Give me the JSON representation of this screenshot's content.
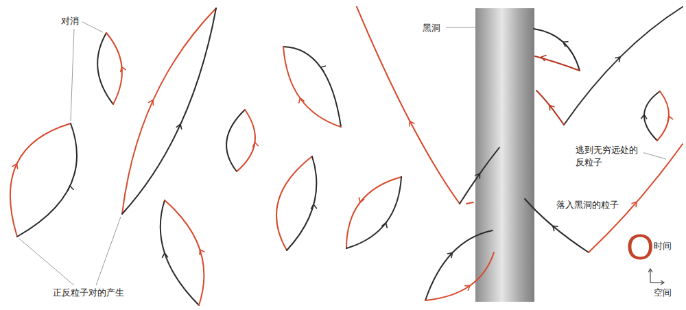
{
  "diagram": {
    "labels": [
      "对消",
      "黑洞",
      "逃到无穷远处的 反粒子",
      "落入黑洞的粒子",
      "O",
      "时间",
      "正反粒子对的产生",
      "空间"
    ]
  }
}
